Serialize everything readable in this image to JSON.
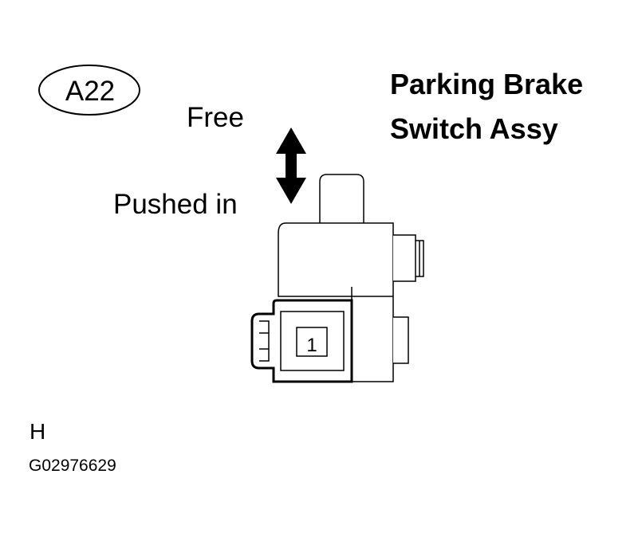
{
  "connector_code": "A22",
  "title": {
    "line1": "Parking Brake",
    "line2": "Switch Assy"
  },
  "labels": {
    "free": "Free",
    "pushed_in": "Pushed in",
    "terminal": "1"
  },
  "footer": {
    "side": "H",
    "figure_id": "G02976629"
  },
  "icons": {
    "travel": "double-arrow-vertical-icon"
  }
}
